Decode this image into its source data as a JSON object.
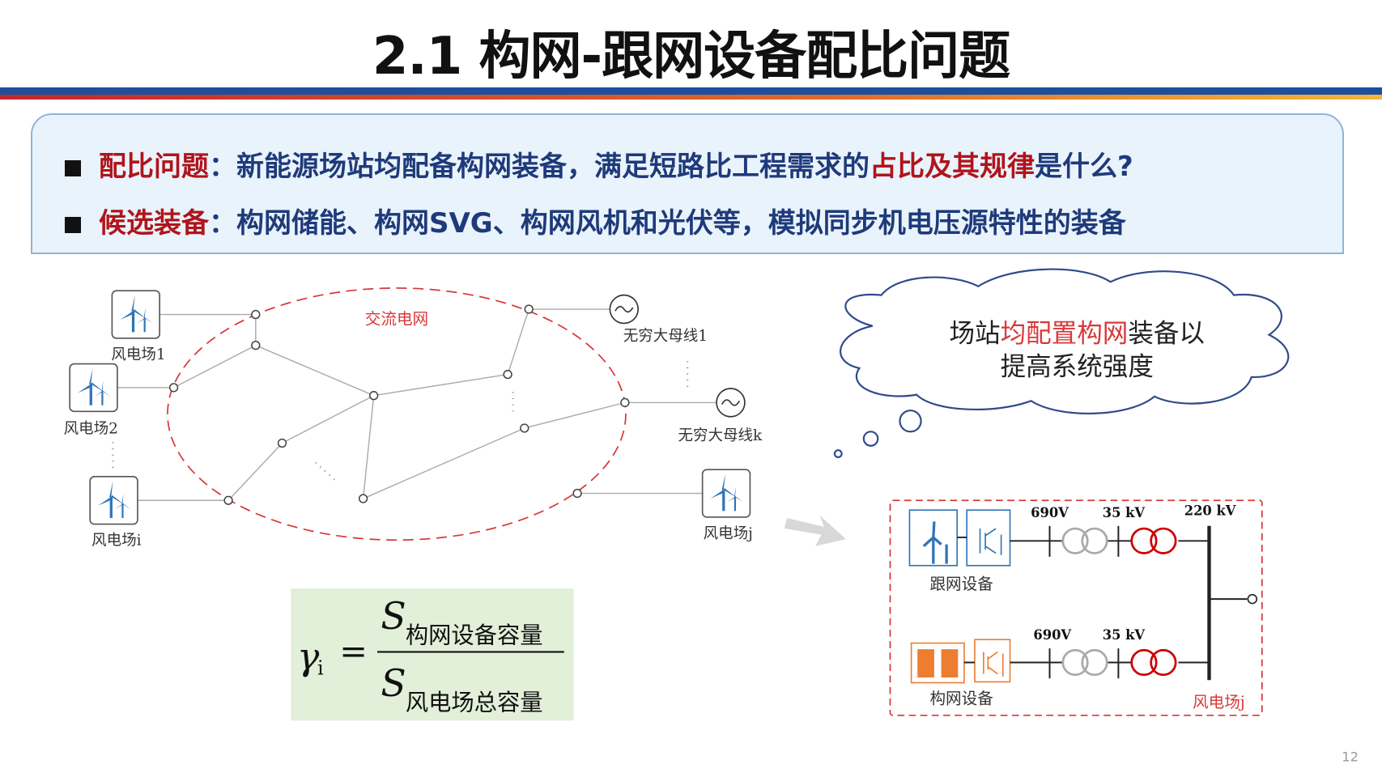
{
  "title": "2.1 构网-跟网设备配比问题",
  "bullets": [
    {
      "label": "配比问题",
      "sep": "：",
      "text_a": "新能源场站均配备构网装备，满足短路比工程需求的",
      "highlight": "占比及其规律",
      "text_b": "是什么?"
    },
    {
      "label": "候选装备",
      "sep": "：",
      "text_a": "构网储能、构网SVG、构网风机和光伏等，模拟同步机电压源特性的装备"
    }
  ],
  "network": {
    "grid_label": "交流电网",
    "bus1": "无穷大母线1",
    "busk": "无穷大母线k",
    "farm1": "风电场1",
    "farm2": "风电场2",
    "farmi": "风电场i",
    "farmj": "风电场j"
  },
  "formula": {
    "lhs": "γ",
    "lhs_sub": "i",
    "eq": "=",
    "num": "S",
    "num_sub": "构网设备容量",
    "den": "S",
    "den_sub": "风电场总容量"
  },
  "cloud": {
    "line1_a": "场站",
    "line1_hl": "均配置构网",
    "line1_b": "装备以",
    "line2": "提高系统强度"
  },
  "circuit": {
    "v1": "690V",
    "v2": "35 kV",
    "v3": "220 kV",
    "v4": "690V",
    "v5": "35 kV",
    "gfl_label": "跟网设备",
    "gfm_label": "构网设备",
    "farm_label": "风电场j"
  },
  "page_number": "12",
  "colors": {
    "blue": "#1f3a7a",
    "red": "#b0141c",
    "accent_blue": "#2e75b6",
    "orange": "#ed7d31"
  }
}
